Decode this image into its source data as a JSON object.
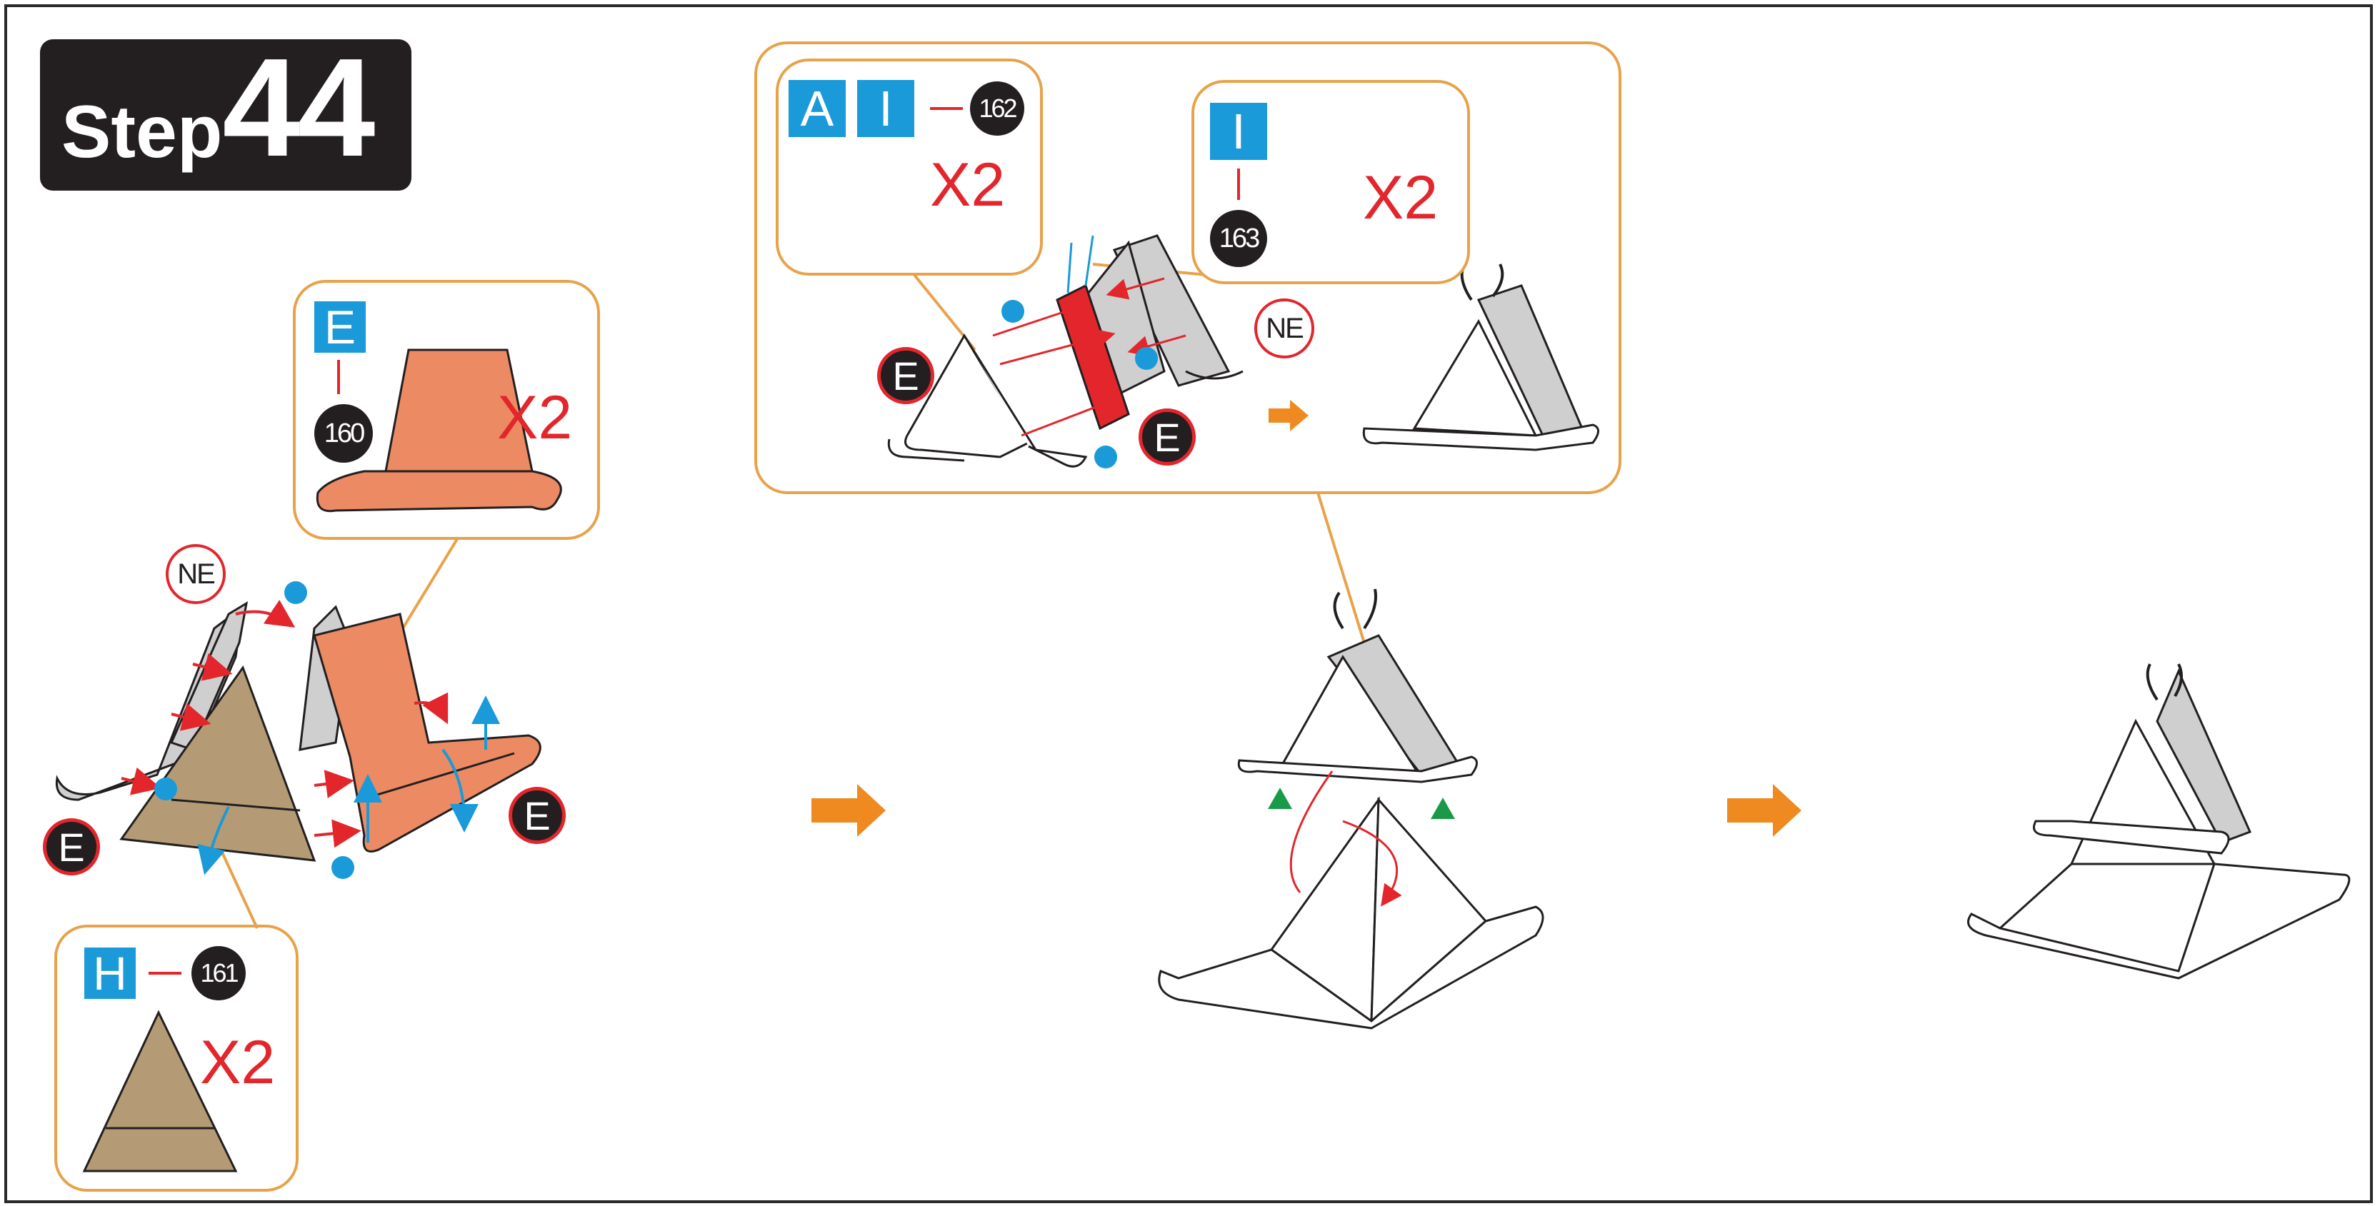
{
  "step": {
    "word": "Step",
    "number": "44"
  },
  "colors": {
    "part_letter_bg": "#1a9ad8",
    "qty_red": "#e2262c",
    "callout_border": "#e8a24a",
    "arrow_orange": "#ee8a1f",
    "dot_blue": "#1a9ad8",
    "triangle_green": "#1a9a48",
    "part_e_fill": "#ec8a63",
    "part_h_fill": "#b59b75",
    "part_a_fill": "#a8d9b4",
    "part_i_fill": "#3fa3b4",
    "grey_fill": "#cfcfcf",
    "red_part_fill": "#e2262c"
  },
  "callouts": {
    "e_part": {
      "letter": "E",
      "number": "160",
      "qty": "X2"
    },
    "h_part": {
      "letter": "H",
      "number": "161",
      "qty": "X2"
    },
    "ai_part": {
      "letters": [
        "A",
        "I"
      ],
      "number": "162",
      "qty": "X2"
    },
    "i_part": {
      "letter": "I",
      "number": "163",
      "qty": "X2"
    }
  },
  "markers": {
    "e_label": "E",
    "ne_label": "NE"
  },
  "icons": [
    "arrow-right-icon",
    "dot-marker-icon",
    "triangle-marker-icon"
  ]
}
